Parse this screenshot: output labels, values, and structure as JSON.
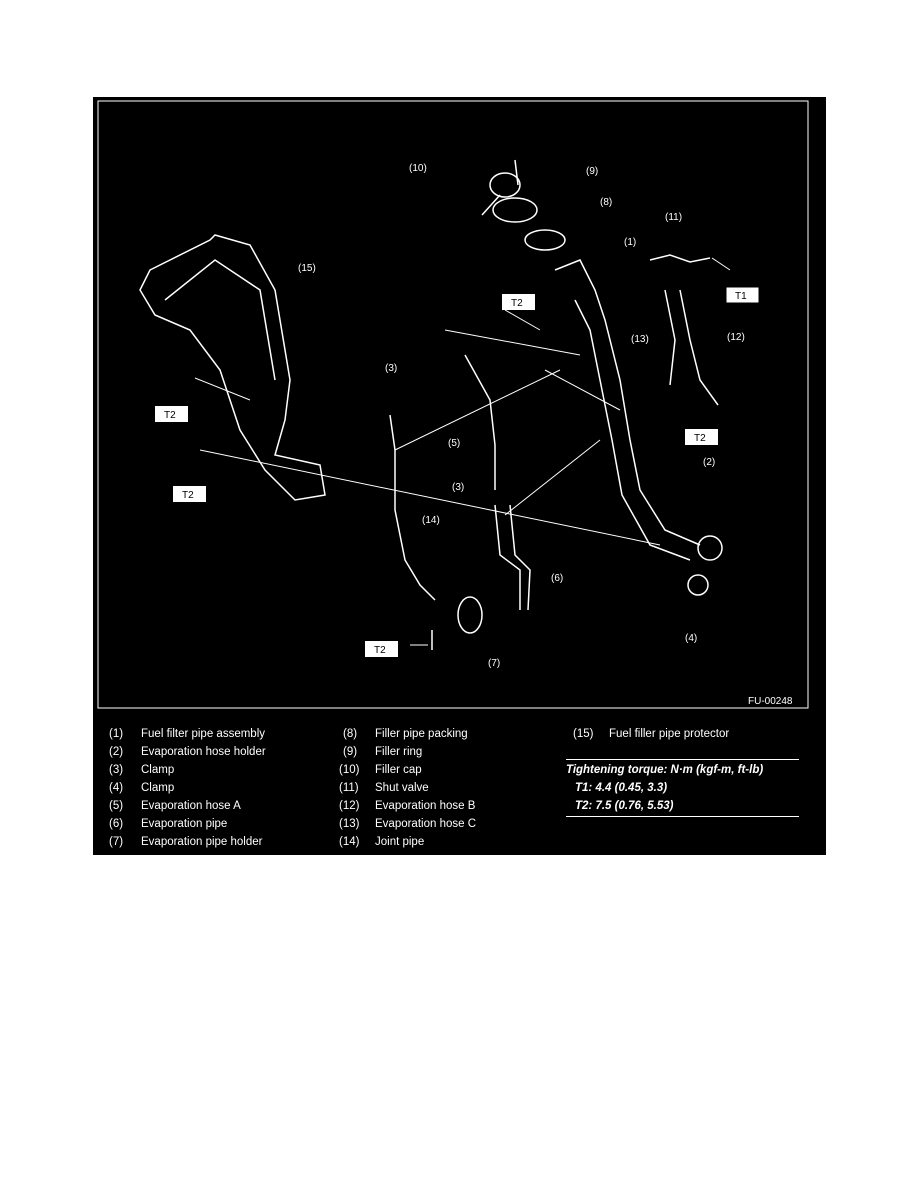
{
  "figure_id": "FU-00248",
  "callouts": {
    "c1": "(1)",
    "c2": "(2)",
    "c3a": "(3)",
    "c3b": "(3)",
    "c4": "(4)",
    "c5": "(5)",
    "c6": "(6)",
    "c7": "(7)",
    "c8": "(8)",
    "c9": "(9)",
    "c10": "(10)",
    "c11": "(11)",
    "c12": "(12)",
    "c13": "(13)",
    "c14": "(14)",
    "c15": "(15)",
    "t1": "T1",
    "t2": "T2"
  },
  "legend": [
    {
      "num": "(1)",
      "label": "Fuel filter pipe assembly"
    },
    {
      "num": "(2)",
      "label": "Evaporation hose holder"
    },
    {
      "num": "(3)",
      "label": "Clamp"
    },
    {
      "num": "(4)",
      "label": "Clamp"
    },
    {
      "num": "(5)",
      "label": "Evaporation hose A"
    },
    {
      "num": "(6)",
      "label": "Evaporation pipe"
    },
    {
      "num": "(7)",
      "label": "Evaporation pipe holder"
    },
    {
      "num": "(8)",
      "label": "Filler pipe packing"
    },
    {
      "num": "(9)",
      "label": "Filler ring"
    },
    {
      "num": "(10)",
      "label": "Filler cap"
    },
    {
      "num": "(11)",
      "label": "Shut valve"
    },
    {
      "num": "(12)",
      "label": "Evaporation hose B"
    },
    {
      "num": "(13)",
      "label": "Evaporation hose C"
    },
    {
      "num": "(14)",
      "label": "Joint pipe"
    },
    {
      "num": "(15)",
      "label": "Fuel filler pipe protector"
    }
  ],
  "torque": {
    "title": "Tightening torque: N·m (kgf-m, ft-lb)",
    "t1": "T1:  4.4 (0.45, 3.3)",
    "t2": "T2:  7.5 (0.76, 5.53)"
  }
}
